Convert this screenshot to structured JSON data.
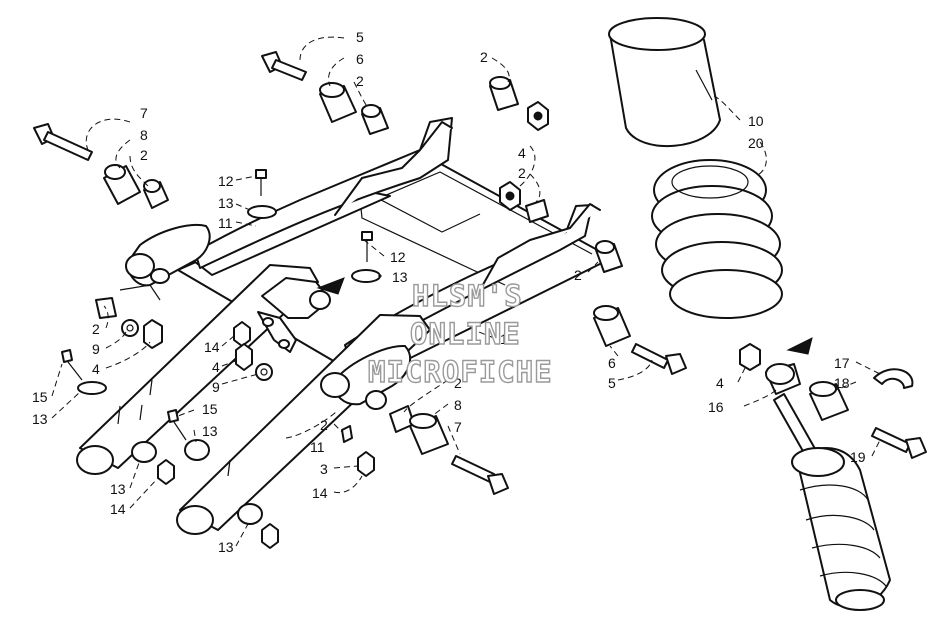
{
  "watermark": {
    "lines": [
      "HLSM'S",
      "ONLINE",
      "MICROFICHE"
    ]
  },
  "callouts": [
    "1",
    "2",
    "3",
    "4",
    "5",
    "6",
    "7",
    "8",
    "9",
    "10",
    "11",
    "12",
    "13",
    "14",
    "15",
    "16",
    "17",
    "18",
    "19",
    "20"
  ],
  "labels": {
    "c_7a": "7",
    "c_8a": "8",
    "c_2a": "2",
    "c_5a": "5",
    "c_6a": "6",
    "c_2b": "2",
    "c_2c": "2",
    "c_4a": "4",
    "c_2d": "2",
    "c_12a": "12",
    "c_13a": "13",
    "c_11a": "11",
    "c_12b": "12",
    "c_13b": "13",
    "c_2e": "2",
    "c_9a": "9",
    "c_4b": "4",
    "c_14a": "14",
    "c_4c": "4",
    "c_9b": "9",
    "c_15a": "15",
    "c_13c": "13",
    "c_13d": "13",
    "c_14b": "14",
    "c_15b": "15",
    "c_13e": "13",
    "c_11b": "11",
    "c_1": "1",
    "c_2f": "2",
    "c_3": "3",
    "c_14c": "14",
    "c_13f": "13",
    "c_2g": "2",
    "c_8b": "8",
    "c_7b": "7",
    "c_2h": "2",
    "c_6b": "6",
    "c_5b": "5",
    "c_10": "10",
    "c_20": "20",
    "c_4d": "4",
    "c_16": "16",
    "c_17": "17",
    "c_18": "18",
    "c_19": "19"
  }
}
